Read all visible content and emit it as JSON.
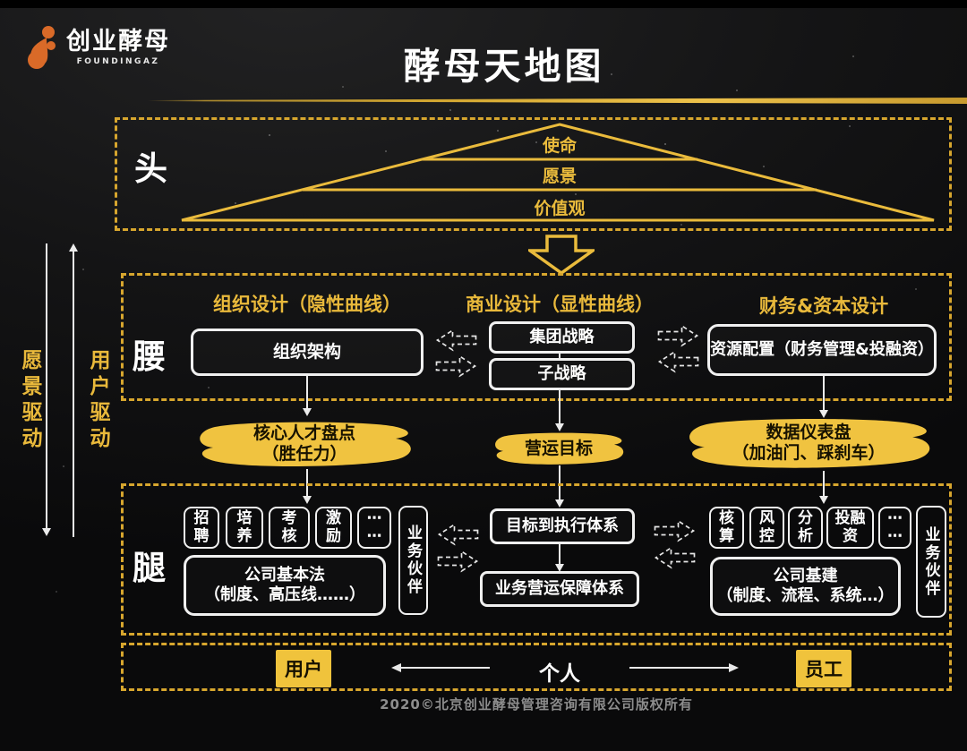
{
  "brand": {
    "name": "创业酵母",
    "subname": "FOUNDINGAZ"
  },
  "title": "酵母天地图",
  "side": {
    "left": "愿景驱动",
    "right": "用户驱动"
  },
  "head": {
    "label": "头",
    "levels": [
      "使命",
      "愿景",
      "价值观"
    ]
  },
  "waist": {
    "label": "腰",
    "col1": {
      "header": "组织设计（隐性曲线）",
      "box1": "组织架构"
    },
    "col2": {
      "header": "商业设计（显性曲线）",
      "box1": "集团战略",
      "box2": "子战略"
    },
    "col3": {
      "header": "财务&资本设计",
      "box1": "资源配置（财务管理&投融资）"
    }
  },
  "blobs": {
    "left": {
      "lines": [
        "核心人才盘点",
        "（胜任力）"
      ]
    },
    "center": {
      "lines": [
        "营运目标"
      ]
    },
    "right": {
      "lines": [
        "数据仪表盘",
        "（加油门、踩刹车）"
      ]
    }
  },
  "legs": {
    "label": "腿",
    "left": {
      "boxes": [
        {
          "lines": [
            "招",
            "聘"
          ]
        },
        {
          "lines": [
            "培",
            "养"
          ]
        },
        {
          "lines": [
            "考",
            "核"
          ]
        },
        {
          "lines": [
            "激",
            "励"
          ]
        },
        {
          "lines": [
            "⋯",
            "⋯"
          ]
        }
      ],
      "partner": "业务伙伴",
      "base": {
        "lines": [
          "公司基本法",
          "（制度、高压线……）"
        ]
      }
    },
    "center": {
      "box1": "目标到执行体系",
      "box2": "业务营运保障体系"
    },
    "right": {
      "boxes": [
        {
          "lines": [
            "核",
            "算"
          ]
        },
        {
          "lines": [
            "风",
            "控"
          ]
        },
        {
          "lines": [
            "分",
            "析"
          ]
        },
        {
          "lines": [
            "投融",
            "资"
          ]
        },
        {
          "lines": [
            "⋯",
            "⋯"
          ]
        }
      ],
      "partner": "业务伙伴",
      "base": {
        "lines": [
          "公司基建",
          "（制度、流程、系统…）"
        ]
      }
    }
  },
  "bottom": {
    "left": "用户",
    "center": "个人",
    "right": "员工"
  },
  "footer": {
    "copyright": "2020©北京创业酵母管理咨询有限公司版权所有"
  },
  "colors": {
    "accent_yellow": "#E9B93B",
    "blob_yellow": "#F0C340",
    "logo_orange": "#D96A28",
    "box_border_white": "#F0F0F0",
    "copyright_gray": "#8D8D8D"
  }
}
